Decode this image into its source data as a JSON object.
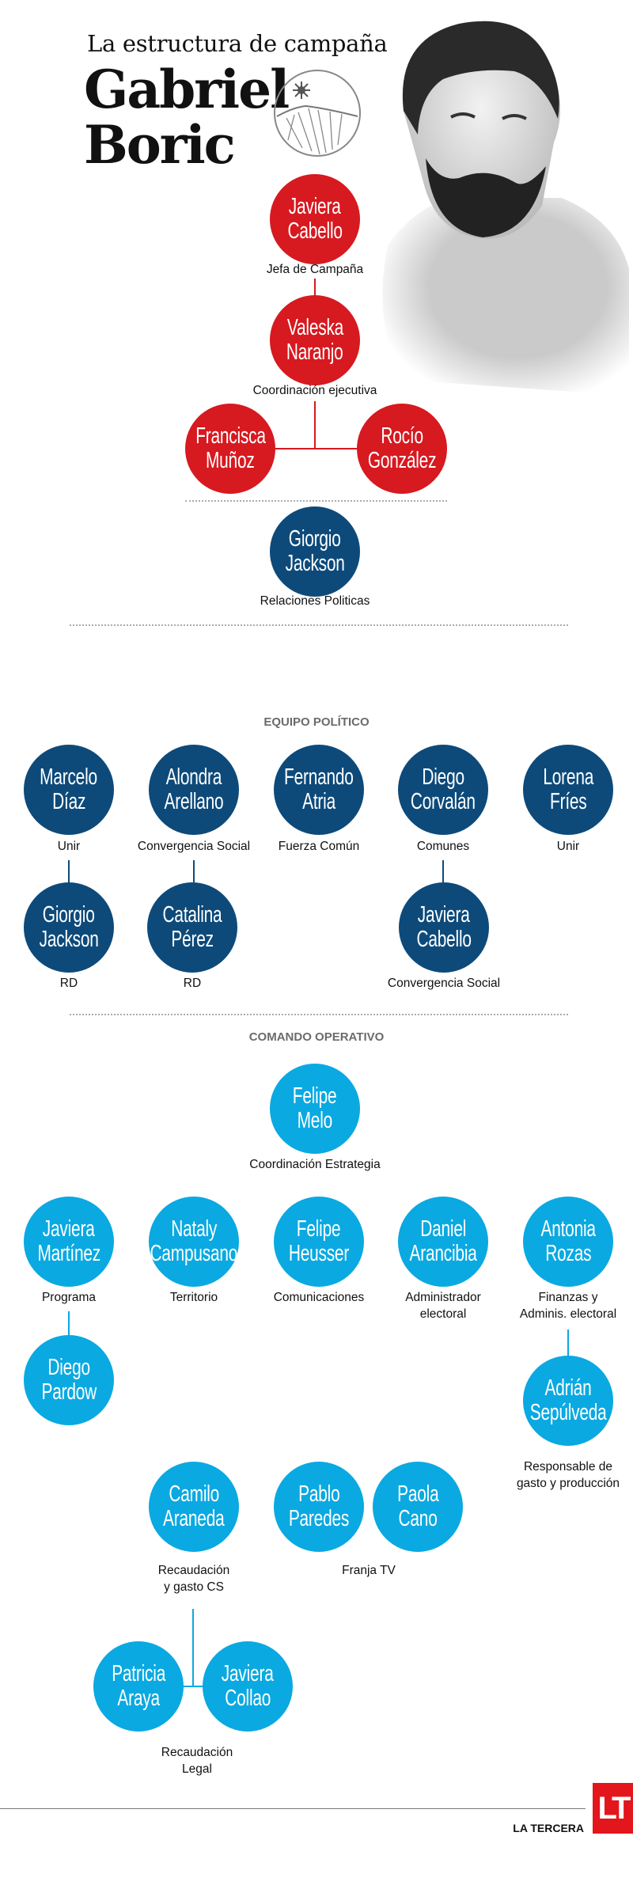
{
  "header": {
    "kicker": "La estructura de campaña",
    "first_name": "Gabriel",
    "last_name": "Boric"
  },
  "colors": {
    "red": "#d71920",
    "dark_blue": "#0d4a7a",
    "light_blue": "#0aa9e1"
  },
  "sections": {
    "equipo_politico": "EQUIPO POLÍTICO",
    "comando_operativo": "COMANDO OPERATIVO"
  },
  "nodes": [
    {
      "name": [
        "Javiera",
        "Cabello"
      ],
      "role": [
        "Jefa de Campaña"
      ],
      "color": "red"
    },
    {
      "name": [
        "Valeska",
        "Naranjo"
      ],
      "role": [
        "Coordinación ejecutiva"
      ],
      "color": "red"
    },
    {
      "name": [
        "Francisca",
        "Muñoz"
      ],
      "role": [],
      "color": "red"
    },
    {
      "name": [
        "Rocío",
        "González"
      ],
      "role": [],
      "color": "red"
    },
    {
      "name": [
        "Giorgio",
        "Jackson"
      ],
      "role": [
        "Relaciones Politicas"
      ],
      "color": "dark"
    },
    {
      "name": [
        "Marcelo",
        "Díaz"
      ],
      "role": [
        "Unir"
      ],
      "color": "dark"
    },
    {
      "name": [
        "Alondra",
        "Arellano"
      ],
      "role": [
        "Convergencia Social"
      ],
      "color": "dark"
    },
    {
      "name": [
        "Fernando",
        "Atria"
      ],
      "role": [
        "Fuerza Común"
      ],
      "color": "dark"
    },
    {
      "name": [
        "Diego",
        "Corvalán"
      ],
      "role": [
        "Comunes"
      ],
      "color": "dark"
    },
    {
      "name": [
        "Lorena",
        "Fríes"
      ],
      "role": [
        "Unir"
      ],
      "color": "dark"
    },
    {
      "name": [
        "Giorgio",
        "Jackson"
      ],
      "role": [
        "RD"
      ],
      "color": "dark"
    },
    {
      "name": [
        "Catalina",
        "Pérez"
      ],
      "role": [
        "RD"
      ],
      "color": "dark"
    },
    {
      "name": [
        "Javiera",
        "Cabello"
      ],
      "role": [
        "Convergencia Social"
      ],
      "color": "dark"
    },
    {
      "name": [
        "Felipe",
        "Melo"
      ],
      "role": [
        "Coordinación Estrategia"
      ],
      "color": "light"
    },
    {
      "name": [
        "Javiera",
        "Martínez"
      ],
      "role": [
        "Programa"
      ],
      "color": "light"
    },
    {
      "name": [
        "Nataly",
        "Campusano"
      ],
      "role": [
        "Territorio"
      ],
      "color": "light"
    },
    {
      "name": [
        "Felipe",
        "Heusser"
      ],
      "role": [
        "Comunicaciones"
      ],
      "color": "light"
    },
    {
      "name": [
        "Daniel",
        "Arancibia"
      ],
      "role": [
        "Administrador",
        "electoral"
      ],
      "color": "light"
    },
    {
      "name": [
        "Antonia",
        "Rozas"
      ],
      "role": [
        "Finanzas y",
        "Adminis. electoral"
      ],
      "color": "light"
    },
    {
      "name": [
        "Diego",
        "Pardow"
      ],
      "role": [],
      "color": "light"
    },
    {
      "name": [
        "Adrián",
        "Sepúlveda"
      ],
      "role": [
        "Responsable de",
        "gasto y producción"
      ],
      "color": "light"
    },
    {
      "name": [
        "Camilo",
        "Araneda"
      ],
      "role": [
        "Recaudación",
        "y gasto CS"
      ],
      "color": "light"
    },
    {
      "name": [
        "Pablo",
        "Paredes"
      ],
      "role": [],
      "color": "light"
    },
    {
      "name": [
        "Paola",
        "Cano"
      ],
      "role": [],
      "color": "light"
    },
    {
      "name": [
        "Patricia",
        "Araya"
      ],
      "role": [],
      "color": "light"
    },
    {
      "name": [
        "Javiera",
        "Collao"
      ],
      "role": [],
      "color": "light"
    }
  ],
  "shared_roles": [
    {
      "lines": [
        "Franja TV"
      ]
    },
    {
      "lines": [
        "Recaudación",
        "Legal"
      ]
    }
  ],
  "footer": {
    "brand": "LA TERCERA",
    "logo": "LT"
  }
}
